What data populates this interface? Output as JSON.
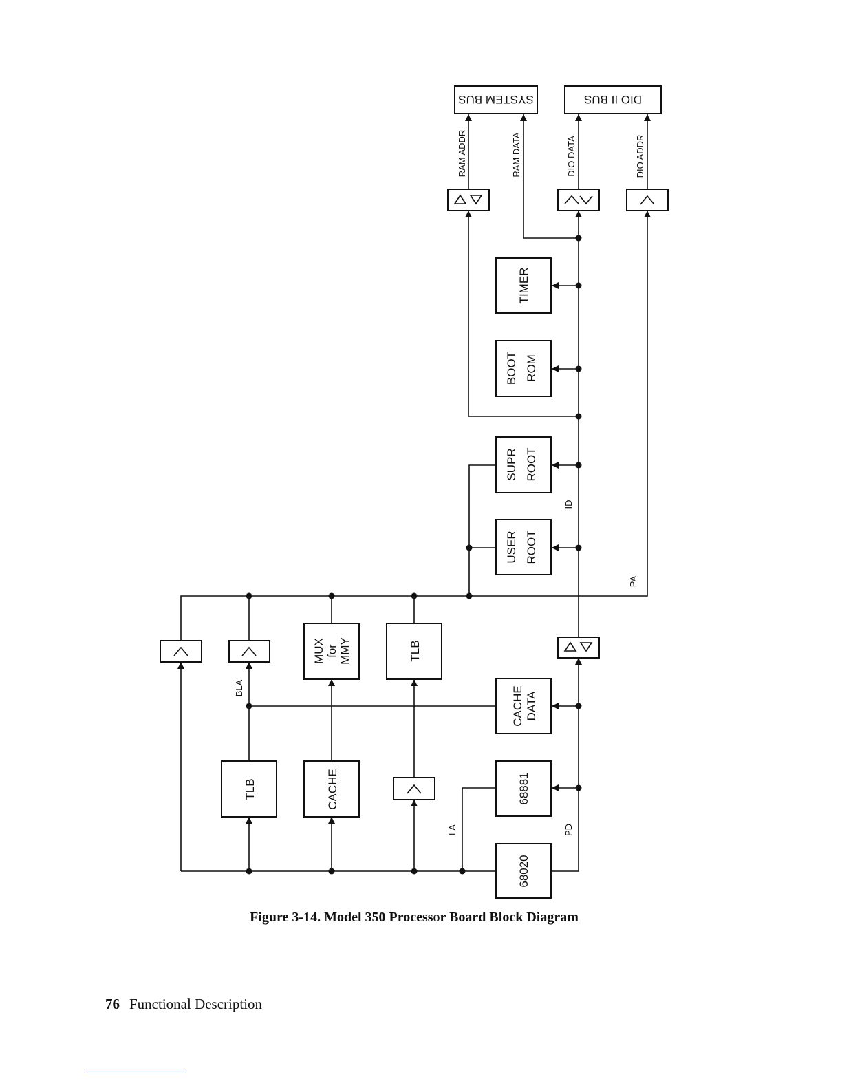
{
  "blocks": {
    "cpu": "68020",
    "fpu": "68881",
    "cache_data": [
      "CACHE",
      "DATA"
    ],
    "tlb_left": "TLB",
    "cache": "CACHE",
    "mux": [
      "MUX",
      "for",
      "MMY"
    ],
    "tlb_right": "TLB",
    "user_root": [
      "USER",
      "ROOT"
    ],
    "supr_root": [
      "SUPR",
      "ROOT"
    ],
    "boot_rom": [
      "BOOT",
      "ROM"
    ],
    "timer": "TIMER",
    "system_bus": "SYSTEM BUS",
    "dio_bus": "DIO II BUS"
  },
  "signals": {
    "la": "LA",
    "pd": "PD",
    "bla": "BLA",
    "id": "ID",
    "pa": "PA",
    "ram_addr": "RAM ADDR",
    "ram_data": "RAM DATA",
    "dio_data": "DIO DATA",
    "dio_addr": "DIO ADDR"
  },
  "caption": "Figure 3-14. Model 350 Processor Board Block Diagram",
  "footer": {
    "page_number": "76",
    "section": "Functional Description"
  }
}
